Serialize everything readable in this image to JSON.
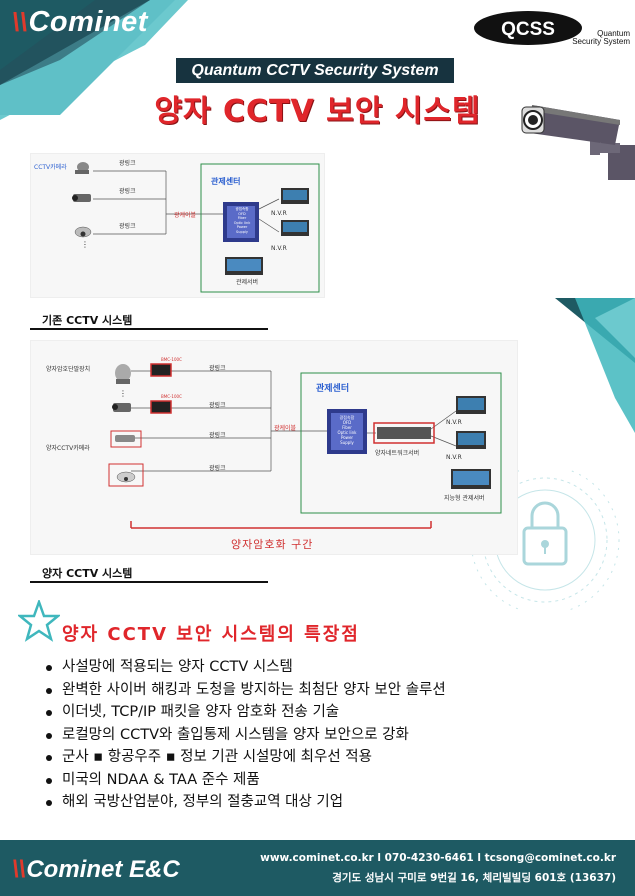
{
  "header": {
    "logo_text": "Cominet",
    "qcss_logo": "QCSS",
    "qcss_sub1": "Quantum",
    "qcss_sub2": "Security System",
    "subtitle": "Quantum CCTV Security System",
    "title": "양자 CCTV 보안 시스템"
  },
  "diagram_existing": {
    "camera_label": "CCTV카메라",
    "link_labels": [
      "광링크",
      "광링크",
      "광링크"
    ],
    "cable_label": "광케이블",
    "center_title": "관제센터",
    "rack_lines": [
      "광접속함",
      "OFD",
      "Fiber",
      "Optic link",
      "Power",
      "Supply"
    ],
    "nvr_labels": [
      "N.V.R",
      "N.V.R"
    ],
    "server_label": "관제서버",
    "section_label": "기존 CCTV 시스템"
  },
  "diagram_quantum": {
    "device_label": "양자암호단말장치",
    "camera_label": "양자CCTV카메라",
    "qkd_labels": [
      "BMC-100C",
      "BMC-100C"
    ],
    "link_labels": [
      "광링크",
      "광링크",
      "광링크",
      "광링크"
    ],
    "cable_label": "광케이블",
    "center_title": "관제센터",
    "rack_lines": [
      "광접속함",
      "OFD",
      "Fiber",
      "Optic link",
      "Power",
      "Supply"
    ],
    "network_server_label": "양자네트워크서버",
    "nvr_labels": [
      "N.V.R",
      "N.V.R"
    ],
    "server_label": "지능형 관제서버",
    "zone_label": "양자암호화 구간",
    "section_label": "양자 CCTV 시스템"
  },
  "features": {
    "title": "양자 CCTV 보안 시스템의 특장점",
    "items": [
      "사설망에 적용되는 양자 CCTV 시스템",
      "완벽한 사이버 해킹과 도청을 방지하는 최첨단 양자 보안 솔루션",
      "이더넷, TCP/IP 패킷을  양자 암호화 전송 기술",
      "로컬망의 CCTV와 출입통제 시스템을 양자 보안으로 강화",
      "군사 ▪ 항공우주 ▪ 정보 기관 시설망에 최우선 적용",
      "미국의 NDAA & TAA 준수 제품",
      "해외 국방산업분야, 정부의 절충교역 대상 기업"
    ]
  },
  "footer": {
    "logo_text": "Cominet E&C",
    "contact": "www.cominet.co.kr l 070-4230-6461 l  tcsong@cominet.co.kr",
    "address": "경기도 성남시 구미로 9번길 16, 체리빌빌딩 601호 (13637)"
  },
  "colors": {
    "accent_red": "#e0262b",
    "teal": "#1e5a63",
    "navy": "#17333f",
    "light_teal": "#3fb7bd"
  }
}
